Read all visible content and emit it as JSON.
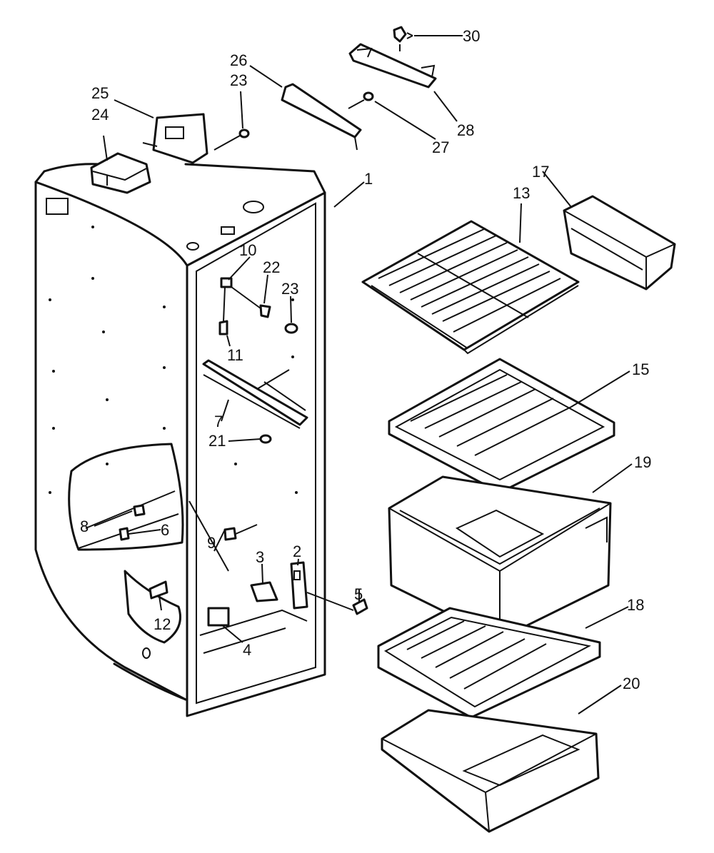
{
  "callouts": {
    "c1": "1",
    "c2": "2",
    "c3": "3",
    "c4": "4",
    "c5": "5",
    "c6": "6",
    "c7": "7",
    "c8": "8",
    "c9": "9",
    "c10": "10",
    "c11": "11",
    "c12": "12",
    "c13": "13",
    "c15": "15",
    "c17": "17",
    "c18": "18",
    "c19": "19",
    "c20": "20",
    "c21": "21",
    "c22": "22",
    "c23a": "23",
    "c23b": "23",
    "c24": "24",
    "c25": "25",
    "c26": "26",
    "c27": "27",
    "c28": "28",
    "c30": "30"
  }
}
